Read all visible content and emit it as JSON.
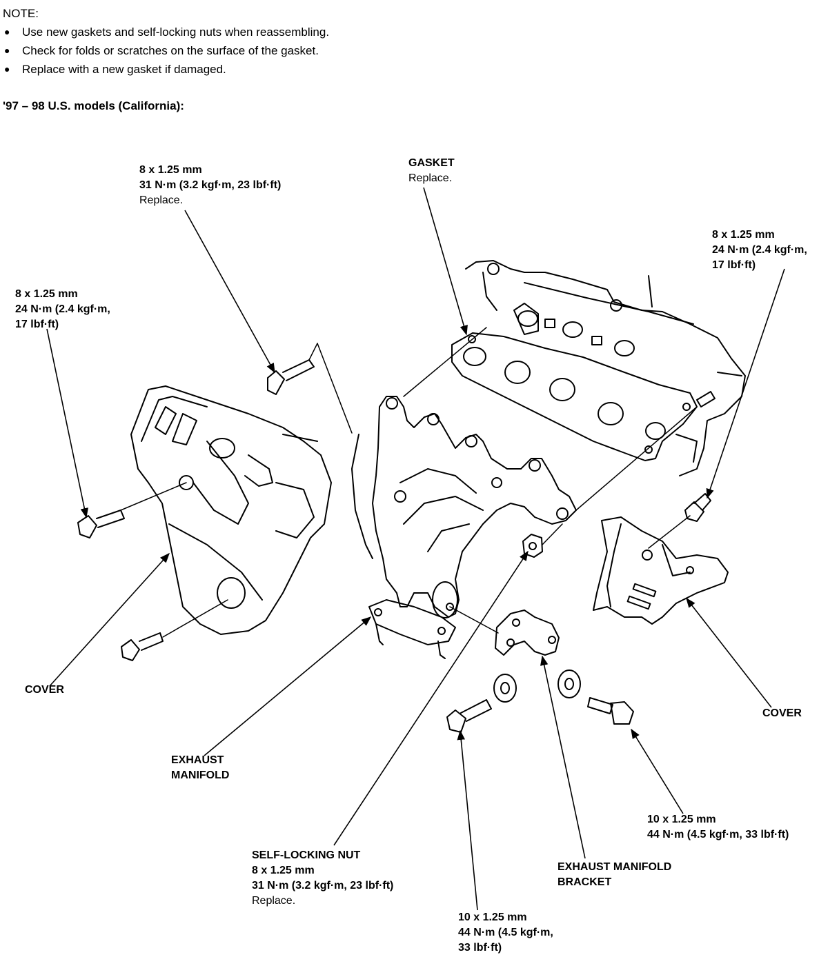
{
  "note": {
    "heading": "NOTE:",
    "items": [
      "Use new gaskets and self-locking nuts when reassembling.",
      "Check for folds or scratches on the surface of the gasket.",
      "Replace with a new gasket if damaged."
    ]
  },
  "subtitle": "'97 – 98 U.S. models (California):",
  "labels": {
    "top_bolt": [
      "8 x 1.25 mm",
      "31 N·m (3.2 kgf·m, 23 lbf·ft)",
      "Replace."
    ],
    "gasket": [
      "GASKET",
      "Replace."
    ],
    "right_bolt": [
      "8 x 1.25 mm",
      "24 N·m (2.4 kgf·m,",
      "17 lbf·ft)"
    ],
    "left_bolt": [
      "8 x 1.25 mm",
      "24 N·m (2.4 kgf·m,",
      "17 lbf·ft)"
    ],
    "cover_left": "COVER",
    "cover_right": "COVER",
    "exhaust_manifold": [
      "EXHAUST",
      "MANIFOLD"
    ],
    "self_locking_nut": [
      "SELF-LOCKING NUT",
      "8 x 1.25 mm",
      "31 N·m (3.2 kgf·m, 23 lbf·ft)",
      "Replace."
    ],
    "bracket": [
      "EXHAUST MANIFOLD",
      "BRACKET"
    ],
    "bracket_bolt_right": [
      "10 x 1.25 mm",
      "44 N·m (4.5 kgf·m, 33 lbf·ft)"
    ],
    "bracket_bolt_bottom": [
      "10 x 1.25 mm",
      "44 N·m (4.5 kgf·m,",
      "33 lbf·ft)"
    ]
  }
}
